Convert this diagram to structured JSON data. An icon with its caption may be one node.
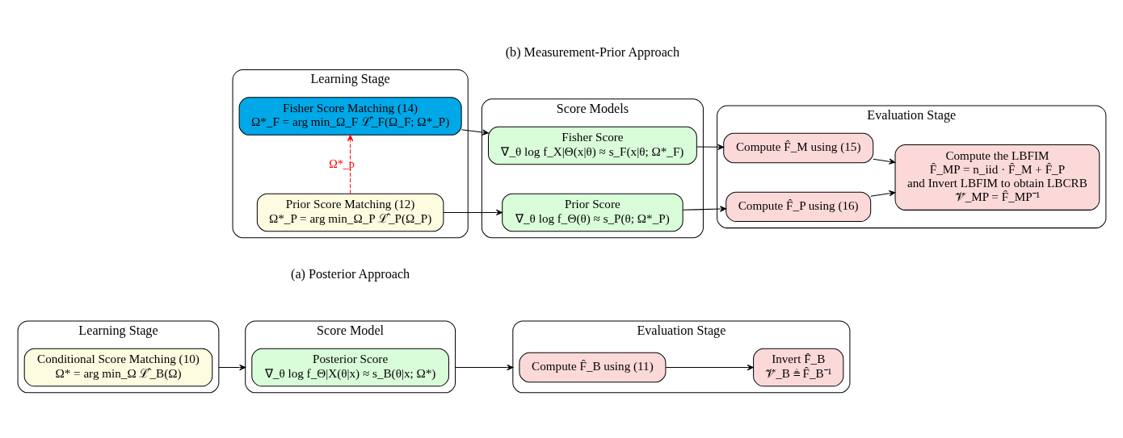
{
  "diagram": {
    "nodes": [
      {
        "text": [
          "Learning Stage"
        ]
      },
      {
        "text": [
          "Conditional Score Matching (10)",
          "Ω* = arg min_Ω ℒ̂_B(Ω)"
        ],
        "in": 0
      },
      {
        "text": [
          "Score Model"
        ]
      },
      {
        "text": [
          "Posterior Score",
          "∇_θ log f_Θ|X(θ|x) ≈ s_B(θ|x; Ω*)"
        ],
        "in": 2
      },
      {
        "text": [
          "Evaluation Stage"
        ]
      },
      {
        "text": [
          "Compute F̂_B using (11)"
        ],
        "in": 4
      },
      {
        "text": [
          "Invert F̂_B",
          "𝒱̂_B ≜ F̂_B⁻¹"
        ],
        "in": 4
      },
      {
        "text": [
          "Learning Stage"
        ]
      },
      {
        "text": [
          "Prior Score Matching (12)",
          "Ω*_P = arg min_Ω_P ℒ̂_P(Ω_P)"
        ],
        "in": 7
      },
      {
        "text": [
          "Fisher Score Matching (14)",
          "Ω*_F = arg min_Ω_F ℒ̂_F(Ω_F; Ω*_P)"
        ],
        "in": 7
      },
      {
        "text": [
          "Score Models"
        ]
      },
      {
        "text": [
          "Prior Score",
          "∇_θ log f_Θ(θ) ≈ s_P(θ; Ω*_P)"
        ],
        "in": 10
      },
      {
        "text": [
          "Fisher Score",
          "∇_θ log f_X|Θ(x|θ) ≈ s_F(x|θ; Ω*_F)"
        ],
        "in": 10
      },
      {
        "text": [
          "Evaluation Stage"
        ]
      },
      {
        "text": [
          "Compute F̂_P using (16)"
        ],
        "in": 13
      },
      {
        "text": [
          "Compute the LBFIM",
          "F̂_MP = n_iid · F̂_M + F̂_P",
          "and Invert LBFIM to obtain LBCRB",
          "𝒱̂_MP = F̂_MP⁻¹"
        ],
        "in": 13
      },
      {
        "text": [
          "Compute F̂_M using (15)"
        ],
        "in": 13
      }
    ],
    "edges": [
      {
        "from": 0,
        "to": 2,
        "arrow": "to"
      },
      {
        "from": 2,
        "to": 4,
        "arrow": "to"
      },
      {
        "from": 5,
        "to": 6,
        "arrow": "to"
      },
      {
        "from": 8,
        "to": 9,
        "arrow": "to",
        "label": "Ω*_p",
        "style": "dashed",
        "color": "#ff0000"
      },
      {
        "from": 8,
        "to": 11,
        "arrow": "to"
      },
      {
        "from": 9,
        "to": 12,
        "arrow": "to"
      },
      {
        "from": 11,
        "to": 14,
        "arrow": "to"
      },
      {
        "from": 12,
        "to": 16,
        "arrow": "to"
      },
      {
        "from": 14,
        "to": 15,
        "arrow": "to"
      },
      {
        "from": 16,
        "to": 15,
        "arrow": "to"
      }
    ],
    "labels": [
      "(a) Posterior Approach",
      "(b) Measurement-Prior Approach"
    ]
  }
}
